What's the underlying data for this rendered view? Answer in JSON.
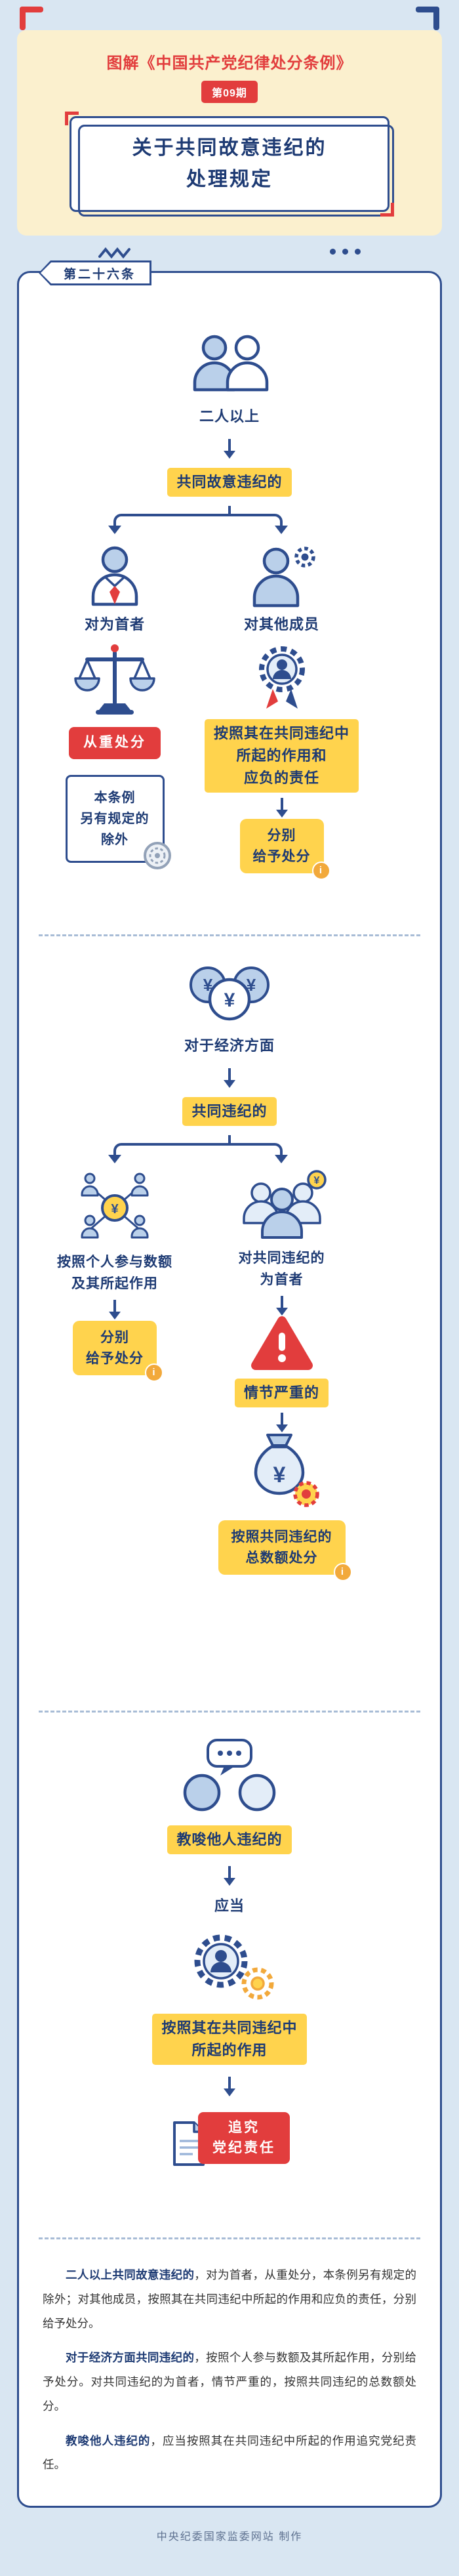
{
  "colors": {
    "page_bg": "#D9E6F2",
    "header_bg": "#FBF0CE",
    "accent_red": "#E23D3D",
    "navy": "#2E4D8E",
    "navy_text": "#1D3A73",
    "highlight_yellow": "#FFD34D",
    "light_blue": "#BAD0EA"
  },
  "header": {
    "series_title": "图解《中国共产党纪律处分条例》",
    "issue_badge": "第09期",
    "title_lines": [
      "关于共同故意违纪的",
      "处理规定"
    ]
  },
  "article": {
    "tab_label": "第二十六条"
  },
  "flow1": {
    "subject": "二人以上",
    "condition": "共同故意违纪的",
    "left": {
      "target": "对为首者",
      "result": "从重处分",
      "note_lines": [
        "本条例",
        "另有规定的",
        "除外"
      ]
    },
    "right": {
      "target": "对其他成员",
      "basis_lines": [
        "按照其在共同违纪中",
        "所起的作用和",
        "应负的责任"
      ],
      "result_lines": [
        "分别",
        "给予处分"
      ]
    }
  },
  "flow2": {
    "subject": "对于经济方面",
    "condition": "共同违纪的",
    "left": {
      "basis_lines": [
        "按照个人参与数额",
        "及其所起作用"
      ],
      "result_lines": [
        "分别",
        "给予处分"
      ]
    },
    "right": {
      "target_lines": [
        "对共同违纪的",
        "为首者"
      ],
      "severity": "情节严重的",
      "result_lines": [
        "按照共同违纪的",
        "总数额处分"
      ]
    }
  },
  "flow3": {
    "condition": "教唆他人违纪的",
    "modal": "应当",
    "basis_lines": [
      "按照其在共同违纪中",
      "所起的作用"
    ],
    "result_lines": [
      "追究",
      "党纪责任"
    ]
  },
  "summary": {
    "paragraphs": [
      {
        "lead": "二人以上共同故意违纪的",
        "rest": "，对为首者，从重处分，本条例另有规定的除外；对其他成员，按照其在共同违纪中所起的作用和应负的责任，分别给予处分。"
      },
      {
        "lead": "对于经济方面共同违纪的",
        "rest": "，按照个人参与数额及其所起作用，分别给予处分。对共同违纪的为首者，情节严重的，按照共同违纪的总数额处分。"
      },
      {
        "lead": "教唆他人违纪的",
        "rest": "，应当按照其在共同违纪中所起的作用追究党纪责任。"
      }
    ]
  },
  "footer": {
    "credit": "中央纪委国家监委网站 制作"
  },
  "icons": {
    "yen_glyph": "¥",
    "info_glyph": "i",
    "names": [
      "two-users-icon",
      "leader-icon",
      "member-gear-icon",
      "scales-icon",
      "role-badge-icon",
      "coins-icon",
      "network-icon",
      "group-icon",
      "warning-icon",
      "moneybag-icon",
      "whisper-icon",
      "gears-icon",
      "document-icon",
      "stamp-icon",
      "wave-icon",
      "dots-icon",
      "down-arrow-icon",
      "branch-connector"
    ]
  }
}
